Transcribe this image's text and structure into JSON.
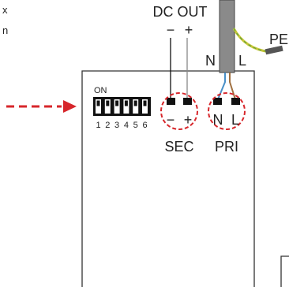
{
  "corner_text": {
    "line1": "x",
    "line2": "n"
  },
  "dc_out": {
    "label": "DC OUT",
    "minus": "−",
    "plus": "+"
  },
  "cable_labels": {
    "pe": "PE",
    "n": "N",
    "l": "L"
  },
  "dip_switch": {
    "on_label": "ON",
    "positions": [
      "1",
      "2",
      "3",
      "4",
      "5",
      "6"
    ]
  },
  "terminals": {
    "sec": {
      "label": "SEC",
      "minus": "−",
      "plus": "+"
    },
    "pri": {
      "label": "PRI",
      "n": "N",
      "l": "L"
    }
  },
  "colors": {
    "outline": "#333333",
    "arrow": "#d7262b",
    "dashed_circle": "#d7262b",
    "cable_gray": "#8a8a8a",
    "pe_wire": "#c9c73a",
    "pe_stripe": "#4a9a3a",
    "wire_blue": "#4a90c8",
    "wire_brown": "#a07040"
  }
}
